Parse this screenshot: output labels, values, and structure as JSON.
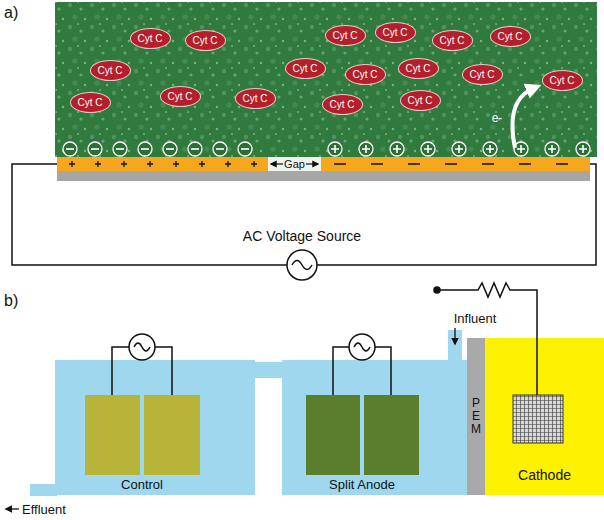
{
  "diagram": {
    "nodes": [
      {
        "text": [
          "Cyt C"
        ]
      },
      {
        "text": [
          "Cyt C"
        ]
      },
      {
        "text": [
          "Cyt C"
        ]
      },
      {
        "text": [
          "Cyt C"
        ]
      },
      {
        "text": [
          "Cyt C"
        ]
      },
      {
        "text": [
          "Cyt C"
        ]
      },
      {
        "text": [
          "Cyt C"
        ]
      },
      {
        "text": [
          "Cyt C"
        ]
      },
      {
        "text": [
          "Cyt C"
        ]
      },
      {
        "text": [
          "Cyt C"
        ]
      },
      {
        "text": [
          "Cyt C"
        ]
      },
      {
        "text": [
          "Cyt C"
        ]
      },
      {
        "text": [
          "Cyt C"
        ]
      },
      {
        "text": [
          "Cyt C"
        ]
      },
      {
        "text": [
          "Cyt C"
        ]
      },
      {
        "text": [
          "Cyt C"
        ]
      },
      {
        "text": [
          "Cyt C"
        ]
      },
      {
        "text": [
          "PEM"
        ]
      },
      {
        "text": [
          "Cathode"
        ]
      }
    ],
    "labels": [
      "a)",
      "e-",
      "Gap",
      "AC Voltage Source",
      "b)",
      "Influent",
      "Control",
      "Split Anode",
      "Effluent"
    ]
  }
}
